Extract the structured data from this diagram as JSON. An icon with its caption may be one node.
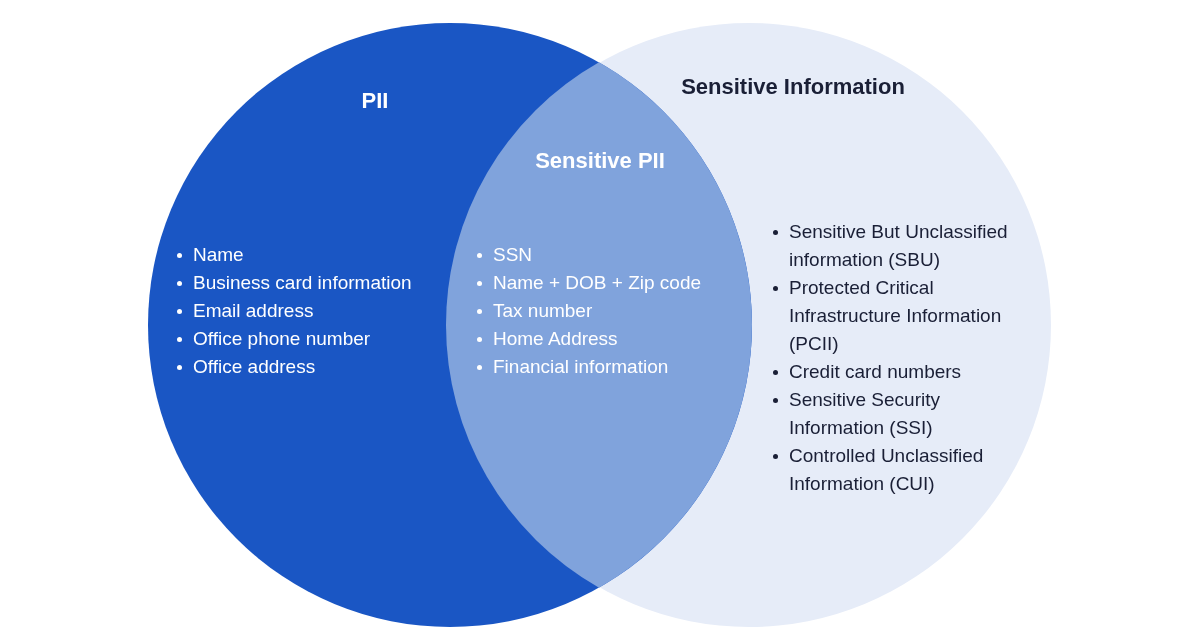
{
  "diagram": {
    "nodes": [
      {
        "text": [
          "PII",
          "Name",
          "Business card information",
          "Email address",
          "Office phone number",
          "Office address"
        ]
      },
      {
        "text": [
          "Sensitive PII",
          "SSN",
          "Name + DOB + Zip code",
          "Tax number",
          "Home Address",
          "Financial information"
        ]
      },
      {
        "text": [
          "Sensitive Information",
          "Sensitive But Unclassified information (SBU)",
          "Protected Critical Infrastructure Information (PCII)",
          "Credit card numbers",
          "Sensitive Security Information (SSI)",
          "Controlled Unclassified Information (CUI)"
        ]
      }
    ]
  }
}
